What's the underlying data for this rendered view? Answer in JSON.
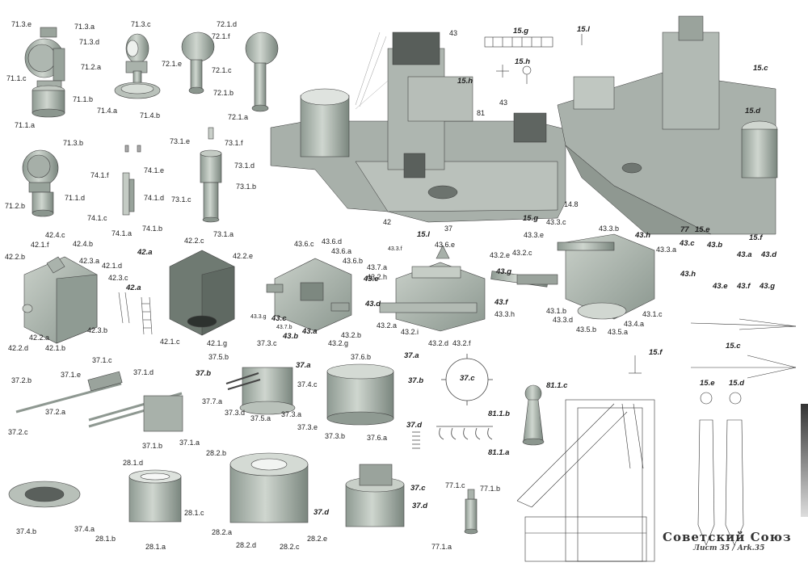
{
  "sheet": {
    "title": "Советский Союз",
    "subtitle": "Лист 35 / Ark.35",
    "colors": {
      "part_fill": "#b8c0b8",
      "part_dark": "#7e8a82",
      "ink": "#222222",
      "hull": "#a9b2ab"
    }
  },
  "labels": {
    "l713e": "71.3.e",
    "l713a": "71.3.a",
    "l713d": "71.3.d",
    "l712a": "71.2.a",
    "l711c": "71.1.c",
    "l711b": "71.1.b",
    "l711a": "71.1.a",
    "l713c": "71.3.c",
    "l714a": "71.4.a",
    "l714b": "71.4.b",
    "l721d": "72.1.d",
    "l721f": "72.1.f",
    "l721e": "72.1.e",
    "l721c": "72.1.c",
    "l721b": "72.1.b",
    "l721a": "72.1.a",
    "l713b": "71.3.b",
    "l711d": "71.1.d",
    "l712b": "71.2.b",
    "l741f": "74.1.f",
    "l741e": "74.1.e",
    "l741d": "74.1.d",
    "l741c": "74.1.c",
    "l741b": "74.1.b",
    "l741a": "74.1.a",
    "l731e": "73.1.e",
    "l731f": "73.1.f",
    "l731d": "73.1.d",
    "l731c": "73.1.c",
    "l731b": "73.1.b",
    "l731a": "73.1.a",
    "l43top": "43",
    "l15h": "15.h",
    "l81": "81",
    "l43b": "43",
    "l148": "14.8",
    "l42": "42",
    "l37": "37",
    "l15l": "15.l",
    "l15g": "15.g",
    "l15gs": "15.g",
    "l15ls": "15.l",
    "l15hs": "15.h",
    "l15c": "15.c",
    "l15d": "15.d",
    "l77": "77",
    "l15e": "15.e",
    "l15f": "15.f",
    "l424c": "42.4.c",
    "l421f": "42.1.f",
    "l424b": "42.4.b",
    "l422b": "42.2.b",
    "l423a": "42.3.a",
    "l421d": "42.1.d",
    "l423c": "42.3.c",
    "l422a": "42.2.a",
    "l421b": "42.1.b",
    "l422d": "42.2.d",
    "l423b": "42.3.b",
    "l42a": "42.a",
    "l42a2": "42.a",
    "l422c": "42.2.c",
    "l422e": "42.2.e",
    "l421c": "42.1.c",
    "l421g": "42.1.g",
    "l436c": "43.6.c",
    "l436d": "43.6.d",
    "l436a": "43.6.a",
    "l436b": "43.6.b",
    "l433g": "43.3.g",
    "l437b": "43.7.b",
    "l43c": "43.c",
    "l43a": "43.a",
    "l43b2": "43.b",
    "l432b": "43.2.b",
    "l432g": "43.2.g",
    "l433f": "43.3.f",
    "l436e": "43.6.e",
    "l437a": "43.7.a",
    "l432h": "43.2.h",
    "l43e": "43.e",
    "l43d": "43.d",
    "l432a": "43.2.a",
    "l432i": "43.2.i",
    "l432d": "43.2.d",
    "l432f": "43.2.f",
    "l432e": "43.2.e",
    "l432c": "43.2.c",
    "l43g": "43.g",
    "l43f": "43.f",
    "l433h": "43.3.h",
    "l433e": "43.3.e",
    "l433c": "43.3.c",
    "l433b": "43.3.b",
    "l43h": "43.h",
    "l433a": "43.3.a",
    "l431b": "43.1.b",
    "l433d": "43.3.d",
    "l435b": "43.5.b",
    "l435a": "43.5.a",
    "l434a": "43.4.a",
    "l431c": "43.1.c",
    "l43cs": "43.c",
    "l43bs": "43.b",
    "l43as": "43.a",
    "l43ds": "43.d",
    "l43hs": "43.h",
    "l43es": "43.e",
    "l43fs": "43.f",
    "l43gs": "43.g",
    "l15fs": "15.f",
    "l15cs": "15.c",
    "l15es": "15.e",
    "l15ds": "15.d",
    "l371c": "37.1.c",
    "l371e": "37.1.e",
    "l371d": "37.1.d",
    "l372b": "37.2.b",
    "l372a": "37.2.a",
    "l372c": "37.2.c",
    "l371b": "37.1.b",
    "l371a": "37.1.a",
    "l375b": "37.5.b",
    "l373c": "37.3.c",
    "l37b": "37.b",
    "l37a": "37.a",
    "l374c": "37.4.c",
    "l377a": "37.7.a",
    "l373d": "37.3.d",
    "l375a": "37.5.a",
    "l373a": "37.3.a",
    "l376b": "37.6.b",
    "l373e": "37.3.e",
    "l373b": "37.3.b",
    "l376a": "37.6.a",
    "l37as": "37.a",
    "l37bs": "37.b",
    "l37cs": "37.c",
    "l37ds": "37.d",
    "l811c": "81.1.c",
    "l811b": "81.1.b",
    "l811a": "81.1.a",
    "l281d": "28.1.d",
    "l281c": "28.1.c",
    "l281b": "28.1.b",
    "l281a": "28.1.a",
    "l282b": "28.2.b",
    "l282a": "28.2.a",
    "l282d": "28.2.d",
    "l282c": "28.2.c",
    "l282e": "28.2.e",
    "l37d": "37.d",
    "l374b": "37.4.b",
    "l374a": "37.4.a",
    "l37c2": "37.c",
    "l37d2": "37.d",
    "l771c": "77.1.c",
    "l771b": "77.1.b",
    "l771a": "77.1.a"
  }
}
